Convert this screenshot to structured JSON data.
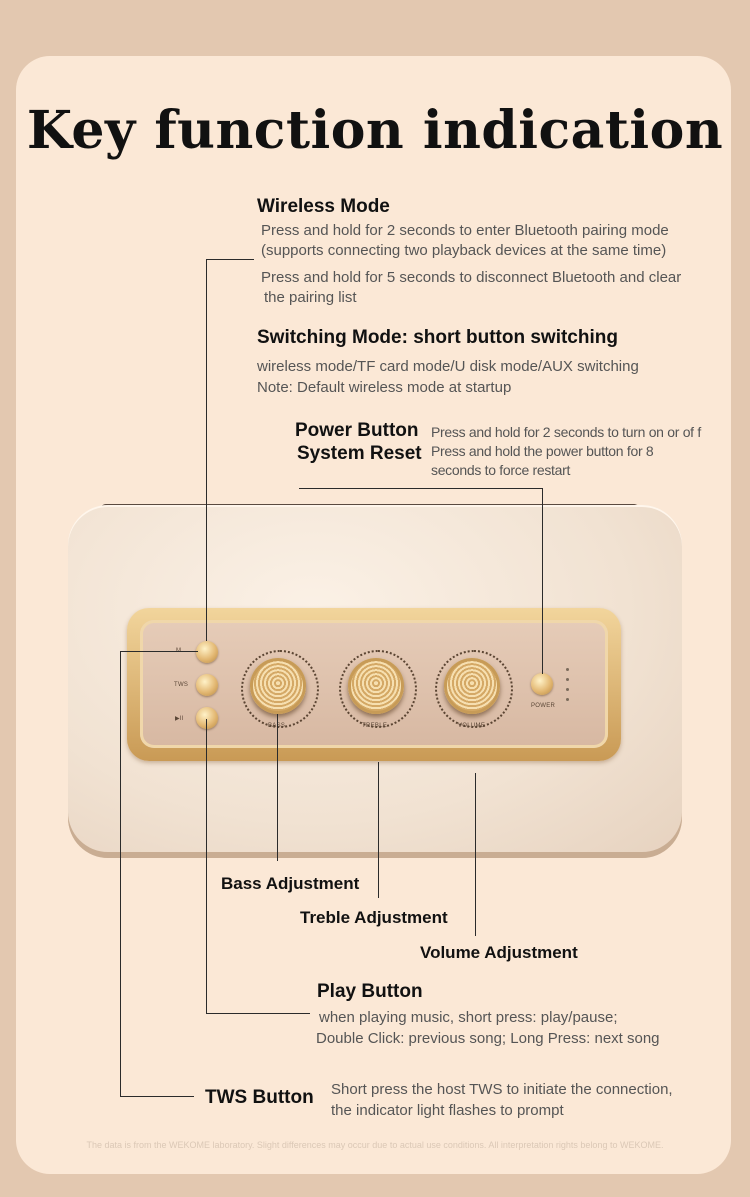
{
  "title": "Key function indication",
  "wireless": {
    "heading": "Wireless Mode",
    "line1": "Press and hold for 2 seconds to enter Bluetooth pairing mode",
    "line2": "(supports connecting two playback devices at the same time)",
    "line3": "Press and hold for 5 seconds to disconnect Bluetooth and clear",
    "line4": "the pairing list"
  },
  "switching": {
    "heading": "Switching Mode: short button switching",
    "line1": "wireless mode/TF card mode/U disk mode/AUX switching",
    "line2": "Note: Default wireless mode at startup"
  },
  "power": {
    "heading1": "Power Button",
    "heading2": "System Reset",
    "line1": "Press and hold for 2 seconds to turn on or of f",
    "line2": "Press and hold the power button for 8",
    "line3": "seconds to force restart"
  },
  "panel": {
    "m": "M",
    "tws": "TWS",
    "play": "▶II",
    "bass": "BASS",
    "treble": "TREBLE",
    "volume": "VOLUME",
    "power": "POWER"
  },
  "bass_label": "Bass Adjustment",
  "treble_label": "Treble Adjustment",
  "volume_label": "Volume Adjustment",
  "play": {
    "heading": "Play Button",
    "line1": "when playing music, short press: play/pause;",
    "line2": "Double Click: previous song; Long Press: next song"
  },
  "tws": {
    "heading": "TWS Button",
    "line1": "Short press the host TWS to initiate the connection,",
    "line2": "the indicator light flashes to prompt"
  },
  "footnote": "The data is from the WEKOME laboratory. Slight differences may occur due to actual use conditions. All interpretation rights belong to WEKOME.",
  "colors": {
    "background": "#e3c8b0",
    "card": "#fbe8d6",
    "gold": "#d4a865"
  }
}
